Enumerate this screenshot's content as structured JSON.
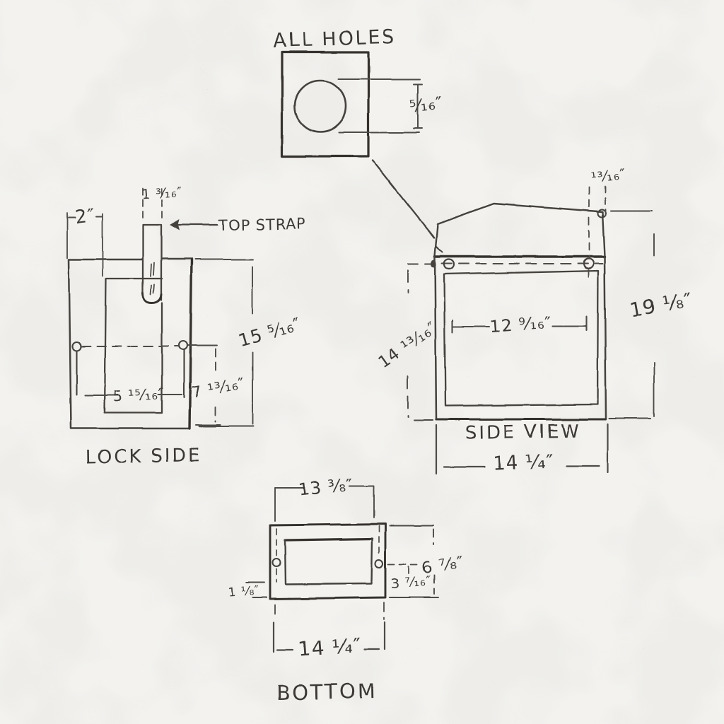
{
  "page": {
    "paper_color": "#f3f2ef",
    "ink_color": "#45423e",
    "drawing_type": "hand-drawn pencil sketch, mailbox fabrication drawing"
  },
  "views": {
    "all_holes": {
      "title": "ALL HOLES",
      "hole_dia": "⁵⁄₁₆″"
    },
    "lock_side": {
      "title": "LOCK SIDE",
      "edge_offset": "2″",
      "strap_width": "1 ³⁄₁₆″",
      "strap_label": "TOP STRAP",
      "height": "15 ⁵⁄₁₆″",
      "inner_width": "5 ¹⁵⁄₁₆″",
      "hole_to_bottom": "7 ¹³⁄₁₆″"
    },
    "side_view": {
      "title": "SIDE VIEW",
      "hole_offset": "¹³⁄₁₆″",
      "inner_width": "12 ⁹⁄₁₆″",
      "total_height": "19 ¹⁄₈″",
      "body_height": "14 ¹³⁄₁₆″",
      "width": "14 ¹⁄₄″"
    },
    "bottom": {
      "title": "BOTTOM",
      "inner_width": "13 ³⁄₈″",
      "depth": "6 ⁷⁄₈″",
      "hole_inset": "3 ⁷⁄₁₆″",
      "edge_inset": "1 ¹⁄₈″",
      "width": "14 ¹⁄₄″"
    }
  }
}
